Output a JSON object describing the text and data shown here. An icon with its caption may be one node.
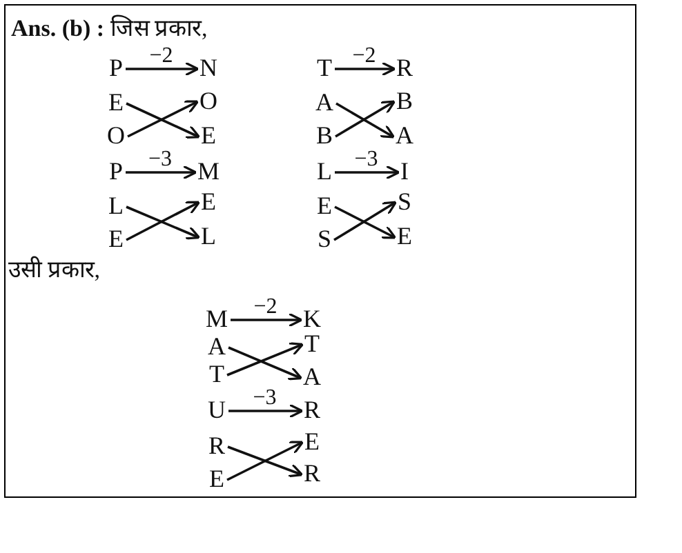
{
  "diagram": {
    "nodes": [
      {
        "text": [
          "P"
        ]
      },
      {
        "text": [
          "N"
        ]
      },
      {
        "text": [
          "E"
        ]
      },
      {
        "text": [
          "O"
        ]
      },
      {
        "text": [
          "O"
        ]
      },
      {
        "text": [
          "E"
        ]
      },
      {
        "text": [
          "P"
        ]
      },
      {
        "text": [
          "M"
        ]
      },
      {
        "text": [
          "L"
        ]
      },
      {
        "text": [
          "E"
        ]
      },
      {
        "text": [
          "E"
        ]
      },
      {
        "text": [
          "L"
        ]
      },
      {
        "text": [
          "T"
        ]
      },
      {
        "text": [
          "R"
        ]
      },
      {
        "text": [
          "A"
        ]
      },
      {
        "text": [
          "B"
        ]
      },
      {
        "text": [
          "B"
        ]
      },
      {
        "text": [
          "A"
        ]
      },
      {
        "text": [
          "L"
        ]
      },
      {
        "text": [
          "I"
        ]
      },
      {
        "text": [
          "E"
        ]
      },
      {
        "text": [
          "S"
        ]
      },
      {
        "text": [
          "S"
        ]
      },
      {
        "text": [
          "E"
        ]
      },
      {
        "text": [
          "M"
        ]
      },
      {
        "text": [
          "K"
        ]
      },
      {
        "text": [
          "A"
        ]
      },
      {
        "text": [
          "T"
        ]
      },
      {
        "text": [
          "T"
        ]
      },
      {
        "text": [
          "A"
        ]
      },
      {
        "text": [
          "U"
        ]
      },
      {
        "text": [
          "R"
        ]
      },
      {
        "text": [
          "R"
        ]
      },
      {
        "text": [
          "E"
        ]
      },
      {
        "text": [
          "E"
        ]
      },
      {
        "text": [
          "R"
        ]
      }
    ],
    "edges": [
      {
        "from": 0,
        "to": 1,
        "arrow": "to",
        "label": "−2"
      },
      {
        "from": 2,
        "to": 5,
        "arrow": "to"
      },
      {
        "from": 4,
        "to": 3,
        "arrow": "to"
      },
      {
        "from": 6,
        "to": 7,
        "arrow": "to",
        "label": "−3"
      },
      {
        "from": 8,
        "to": 11,
        "arrow": "to"
      },
      {
        "from": 10,
        "to": 9,
        "arrow": "to"
      },
      {
        "from": 12,
        "to": 13,
        "arrow": "to",
        "label": "−2"
      },
      {
        "from": 14,
        "to": 17,
        "arrow": "to"
      },
      {
        "from": 16,
        "to": 15,
        "arrow": "to"
      },
      {
        "from": 18,
        "to": 19,
        "arrow": "to",
        "label": "−3"
      },
      {
        "from": 20,
        "to": 23,
        "arrow": "to"
      },
      {
        "from": 22,
        "to": 21,
        "arrow": "to"
      },
      {
        "from": 24,
        "to": 25,
        "arrow": "to",
        "label": "−2"
      },
      {
        "from": 26,
        "to": 29,
        "arrow": "to"
      },
      {
        "from": 28,
        "to": 27,
        "arrow": "to"
      },
      {
        "from": 30,
        "to": 31,
        "arrow": "to",
        "label": "−3"
      },
      {
        "from": 32,
        "to": 35,
        "arrow": "to"
      },
      {
        "from": 34,
        "to": 33,
        "arrow": "to"
      }
    ],
    "labels": [
      "**Ans. (b) :** जिस प्रकार,",
      "उसी प्रकार,"
    ]
  }
}
